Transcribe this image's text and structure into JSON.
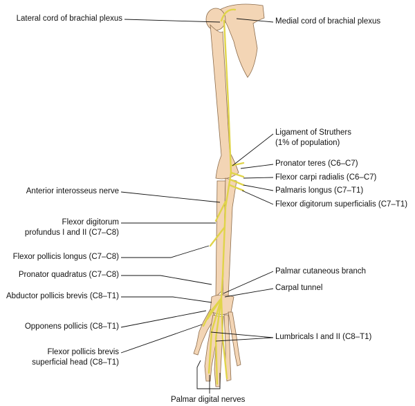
{
  "labels_left": {
    "lateral_cord": "Lateral cord of brachial plexus",
    "anterior_interosseus": "Anterior interosseus nerve",
    "fdp_line1": "Flexor digitorum",
    "fdp_line2": "profundus I and II (C7–C8)",
    "fpl": "Flexor pollicis longus (C7–C8)",
    "pronator_quadratus": "Pronator quadratus (C7–C8)",
    "apb": "Abductor pollicis brevis (C8–T1)",
    "opponens": "Opponens pollicis (C8–T1)",
    "fpb_line1": "Flexor pollicis brevis",
    "fpb_line2": "superficial head (C8–T1)"
  },
  "labels_right": {
    "medial_cord": "Medial cord of brachial plexus",
    "struthers_line1": "Ligament of Struthers",
    "struthers_line2": "(1% of population)",
    "pronator_teres": "Pronator teres (C6–C7)",
    "fcr": "Flexor carpi radialis (C6–C7)",
    "palmaris": "Palmaris longus (C7–T1)",
    "fds": "Flexor digitorum superficialis (C7–T1)",
    "palmar_cutaneous": "Palmar cutaneous branch",
    "carpal_tunnel": "Carpal tunnel",
    "lumbricals": "Lumbricals I and II (C8–T1)"
  },
  "labels_bottom": {
    "palmar_digital": "Palmar digital nerves"
  },
  "colors": {
    "bone": "#f3d5b5",
    "nerve": "#e0d44a",
    "outline": "#8a6a4a"
  }
}
